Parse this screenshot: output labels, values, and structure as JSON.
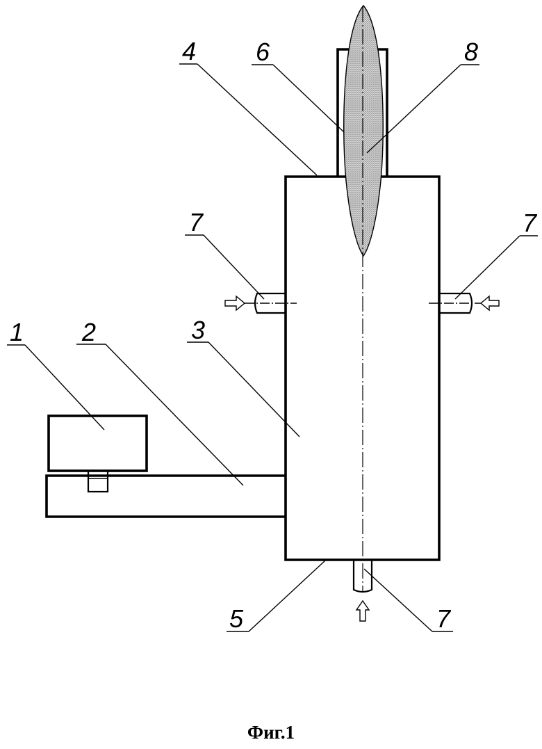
{
  "figure": {
    "caption": "Фиг.1",
    "labels": {
      "l1": "1",
      "l2": "2",
      "l3": "3",
      "l4": "4",
      "l5": "5",
      "l6": "6",
      "l7_left": "7",
      "l7_right": "7",
      "l7_bottom": "7",
      "l8": "8"
    },
    "colors": {
      "line": "#000000",
      "flame": "#9a9a9a",
      "background": "#ffffff"
    }
  }
}
